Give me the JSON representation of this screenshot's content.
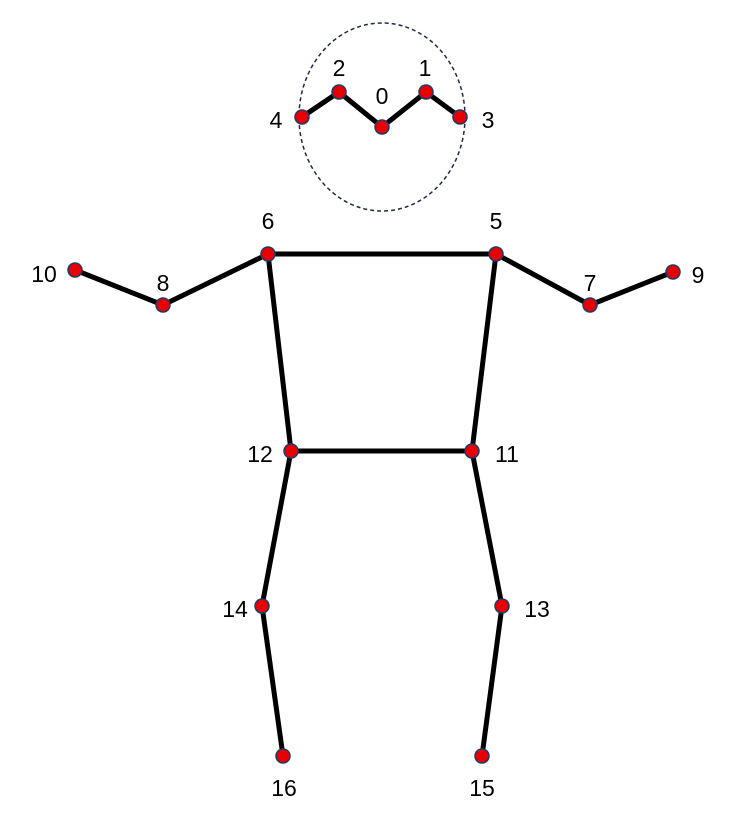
{
  "colors": {
    "joint": "#e60000",
    "bone": "#000000",
    "head_outline": "#1f2a44"
  },
  "keypoints": [
    {
      "id": "0"
    },
    {
      "id": "1"
    },
    {
      "id": "2"
    },
    {
      "id": "3"
    },
    {
      "id": "4"
    },
    {
      "id": "5"
    },
    {
      "id": "6"
    },
    {
      "id": "7"
    },
    {
      "id": "8"
    },
    {
      "id": "9"
    },
    {
      "id": "10"
    },
    {
      "id": "11"
    },
    {
      "id": "12"
    },
    {
      "id": "13"
    },
    {
      "id": "14"
    },
    {
      "id": "15"
    },
    {
      "id": "16"
    }
  ],
  "skeleton": [
    [
      "4",
      "2"
    ],
    [
      "2",
      "0"
    ],
    [
      "0",
      "1"
    ],
    [
      "1",
      "3"
    ],
    [
      "6",
      "5"
    ],
    [
      "6",
      "8"
    ],
    [
      "8",
      "10"
    ],
    [
      "5",
      "7"
    ],
    [
      "7",
      "9"
    ],
    [
      "6",
      "12"
    ],
    [
      "5",
      "11"
    ],
    [
      "12",
      "11"
    ],
    [
      "12",
      "14"
    ],
    [
      "14",
      "16"
    ],
    [
      "11",
      "13"
    ],
    [
      "13",
      "15"
    ]
  ]
}
